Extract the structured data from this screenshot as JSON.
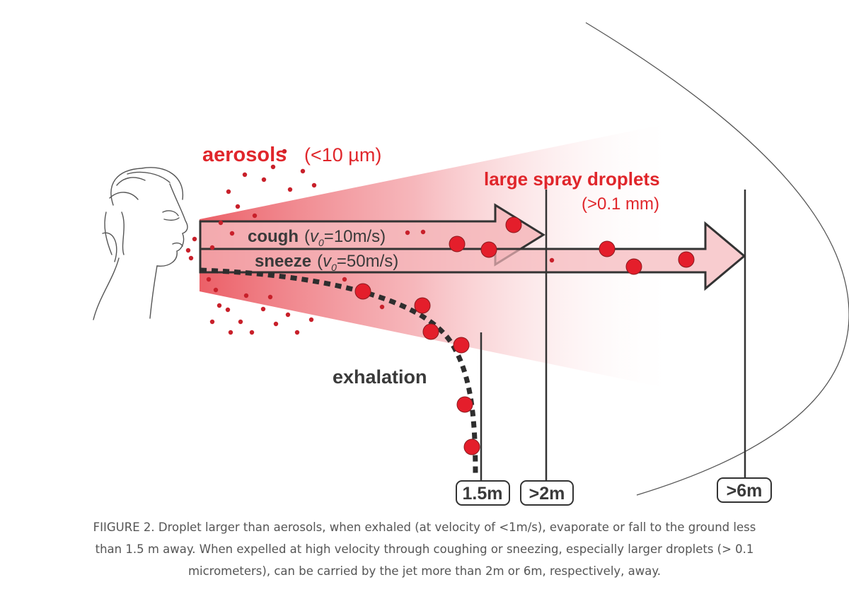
{
  "labels": {
    "aerosols": "aerosols",
    "aerosols_size": "(<10 µm)",
    "large_spray": "large spray droplets",
    "large_spray_size": "(>0.1 mm)",
    "cough_word": "cough",
    "cough_paren_open": "(",
    "cough_v": "v",
    "cough_sub": "0",
    "cough_rest": "=10m/s)",
    "sneeze_word": "sneeze",
    "sneeze_paren_open": "(",
    "sneeze_v": "v",
    "sneeze_sub": "0",
    "sneeze_rest": "=50m/s)",
    "exhalation": "exhalation"
  },
  "distances": [
    "1.5m",
    ">2m",
    ">6m"
  ],
  "colors": {
    "accent_red": "#e0262b",
    "cone_red": "#e8434c",
    "droplet_fill": "#e41e2b",
    "line_dark": "#333333"
  },
  "icons": {
    "person": "person-head-icon"
  },
  "caption": "FIIGURE 2. Droplet larger than aerosols, when exhaled (at velocity of <1m/s), evaporate or fall to the ground less than 1.5 m away. When expelled at high velocity through coughing or sneezing, especially larger droplets (> 0.1 micrometers), can be carried by the jet more than 2m or 6m, respectively, away."
}
